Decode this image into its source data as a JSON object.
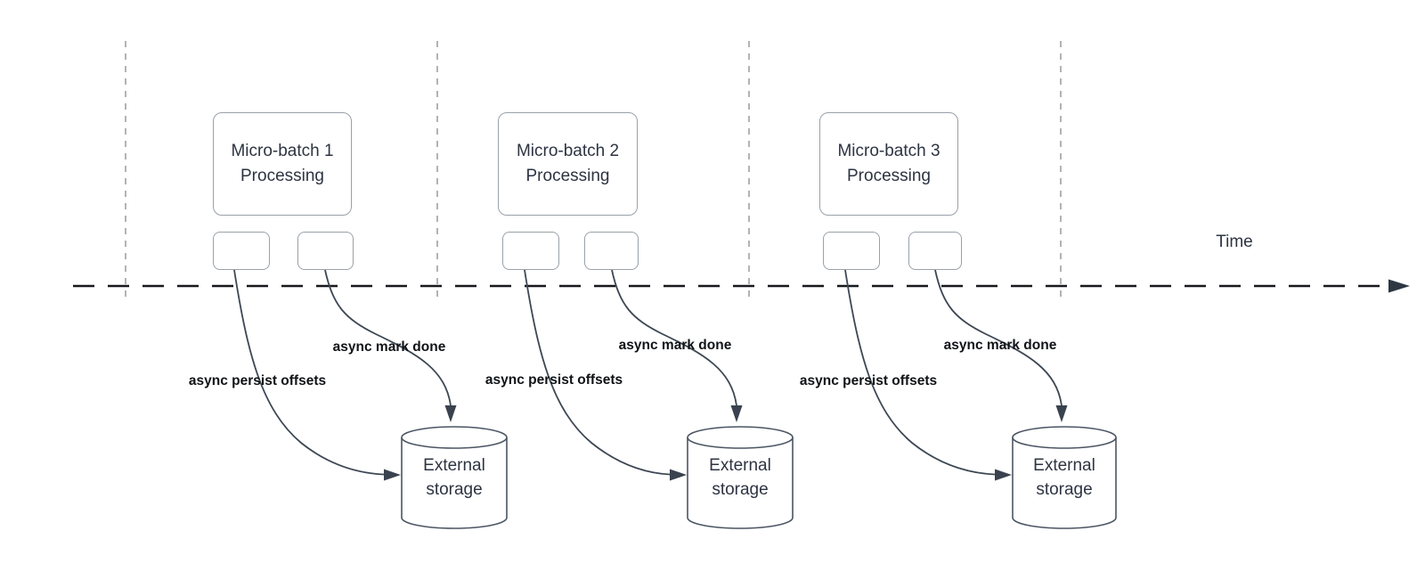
{
  "diagram": {
    "type": "timeline-flow-diagram",
    "time_label": "Time",
    "units": [
      {
        "title_line1": "Micro-batch 1",
        "title_line2": "Processing",
        "persist_label": "async persist offsets",
        "mark_done_label": "async mark done",
        "storage_line1": "External",
        "storage_line2": "storage"
      },
      {
        "title_line1": "Micro-batch 2",
        "title_line2": "Processing",
        "persist_label": "async persist offsets",
        "mark_done_label": "async mark done",
        "storage_line1": "External",
        "storage_line2": "storage"
      },
      {
        "title_line1": "Micro-batch 3",
        "title_line2": "Processing",
        "persist_label": "async persist offsets",
        "mark_done_label": "async mark done",
        "storage_line1": "External",
        "storage_line2": "storage"
      }
    ],
    "colors": {
      "timeline_axis": "#17191d",
      "interval_guides": "#b3b3b3",
      "shape_border": "#99a1a9",
      "cylinder_border": "#4b5563",
      "connector": "#3d4754",
      "text": "#2d3442",
      "label_text": "#101317",
      "shape_fill": "#ffffff"
    }
  }
}
